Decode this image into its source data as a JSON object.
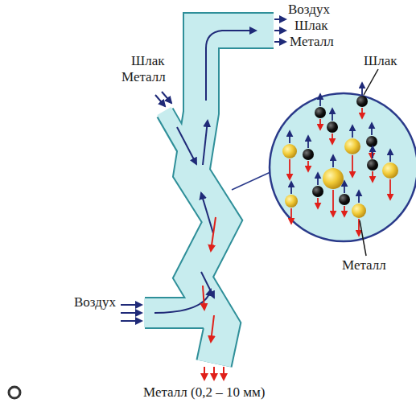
{
  "diagram": {
    "labels": [
      "Воздух",
      "Шлак",
      "Металл",
      "Шлак",
      "Металл",
      "Шлак",
      "Воздух",
      "Металл",
      "Металл (0,2 – 10 мм)"
    ]
  }
}
